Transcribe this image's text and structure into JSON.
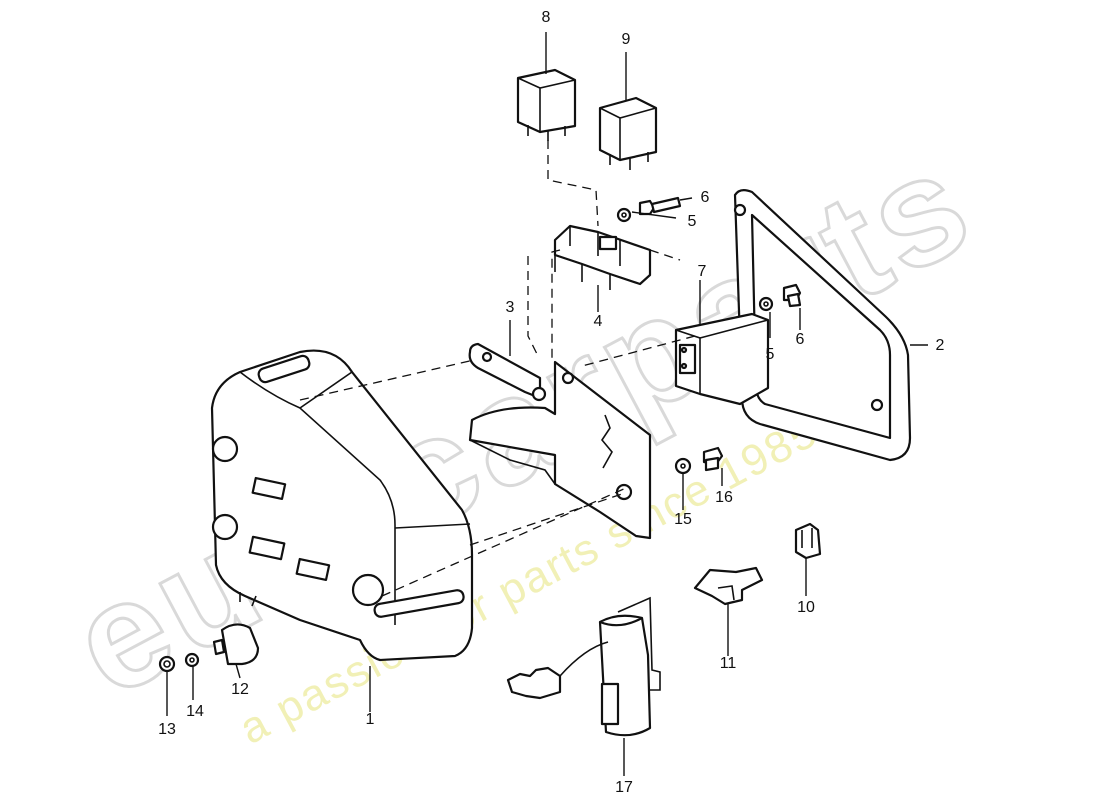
{
  "watermark": {
    "logo_text": "eurocarparts",
    "tagline": "a passion for parts since 1985"
  },
  "callouts": [
    {
      "id": "c1",
      "label": "1"
    },
    {
      "id": "c2",
      "label": "2"
    },
    {
      "id": "c3",
      "label": "3"
    },
    {
      "id": "c4",
      "label": "4"
    },
    {
      "id": "c5a",
      "label": "5"
    },
    {
      "id": "c5b",
      "label": "5"
    },
    {
      "id": "c6a",
      "label": "6"
    },
    {
      "id": "c6b",
      "label": "6"
    },
    {
      "id": "c7",
      "label": "7"
    },
    {
      "id": "c8",
      "label": "8"
    },
    {
      "id": "c9",
      "label": "9"
    },
    {
      "id": "c10",
      "label": "10"
    },
    {
      "id": "c11",
      "label": "11"
    },
    {
      "id": "c12",
      "label": "12"
    },
    {
      "id": "c13",
      "label": "13"
    },
    {
      "id": "c14",
      "label": "14"
    },
    {
      "id": "c15",
      "label": "15"
    },
    {
      "id": "c16",
      "label": "16"
    },
    {
      "id": "c17",
      "label": "17"
    }
  ]
}
